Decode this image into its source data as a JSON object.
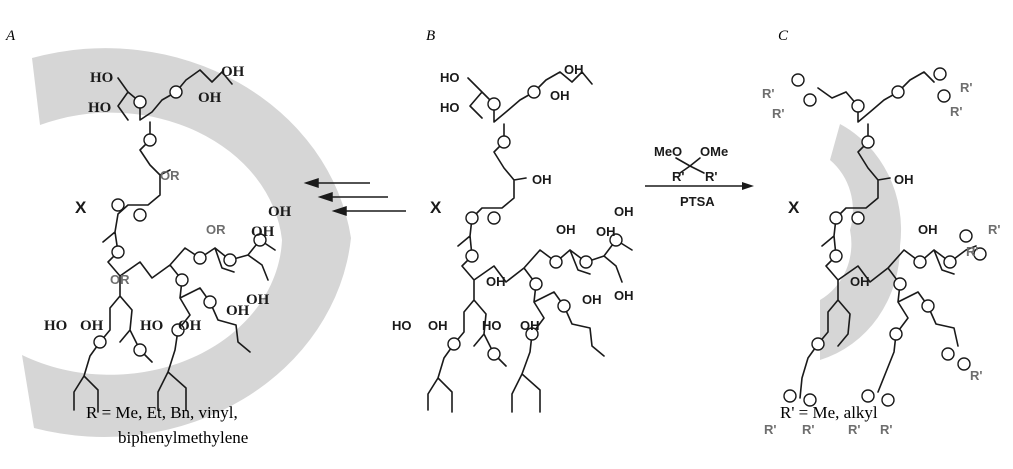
{
  "panels": {
    "a": {
      "letter": "A",
      "caption_line1": "R = Me, Et, Bn, vinyl,",
      "caption_line2": "biphenylmethylene",
      "core_label": "X",
      "labels": {
        "ho1": "HO",
        "ho2": "HO",
        "oh_top": "OH",
        "oh_top2": "OH",
        "or1": "OR",
        "or2": "OR",
        "or3": "OR",
        "oh_r1": "OH",
        "oh_r2": "OH",
        "oh_b1": "OH",
        "oh_b2": "OH",
        "ho_b1": "HO",
        "ho_b2": "HO",
        "oh_b3": "OH",
        "oh_b4": "OH"
      }
    },
    "b": {
      "letter": "B",
      "core_label": "X",
      "labels": {
        "ho1": "HO",
        "ho2": "HO",
        "oh_t1": "OH",
        "oh_t2": "OH",
        "oh_m": "OH",
        "oh_r1": "OH",
        "oh_r2": "OH",
        "oh_c": "OH",
        "oh_l": "OH",
        "oh_rb1": "OH",
        "oh_rb2": "OH",
        "ho_b1": "HO",
        "oh_b1": "OH",
        "ho_b2": "HO",
        "oh_b2": "OH"
      }
    },
    "c": {
      "letter": "C",
      "caption": "R' = Me, alkyl",
      "core_label": "X",
      "labels": {
        "oh_m": "OH",
        "oh_c": "OH",
        "oh_l": "OH",
        "r_tl1": "R'",
        "r_tl2": "R'",
        "r_tr1": "R'",
        "r_tr2": "R'",
        "r_rm1": "R'",
        "r_rm2": "R'",
        "r_bl1": "R'",
        "r_bl2": "R'",
        "r_bm1": "R'",
        "r_bm2": "R'",
        "r_br1": "R'"
      }
    }
  },
  "reagent": {
    "meo": "MeO",
    "ome": "OMe",
    "r1": "R'",
    "r2": "R'",
    "catalyst": "PTSA"
  },
  "colors": {
    "bond": "#1a1a1a",
    "grey_label": "#6e6e6e",
    "shading": "#d6d6d6"
  }
}
